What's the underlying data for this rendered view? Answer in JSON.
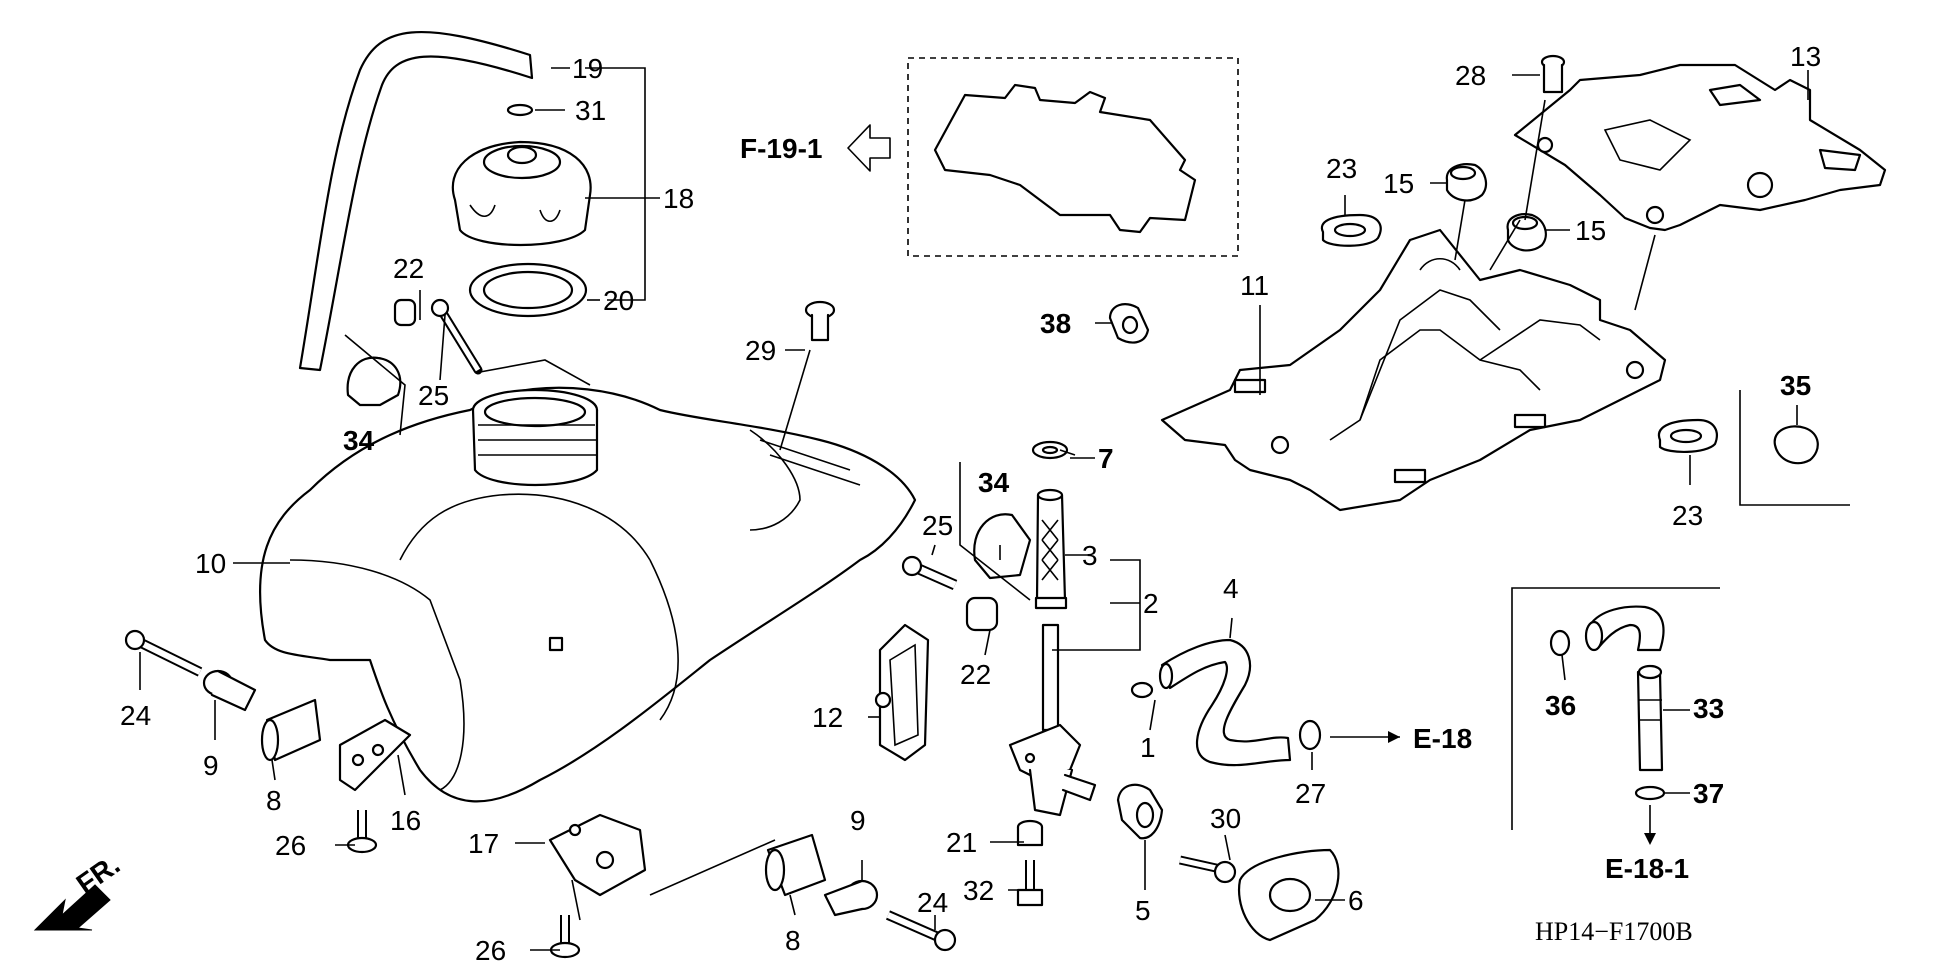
{
  "diagram": {
    "code": "HP14−F1700B",
    "direction_label": "FR.",
    "references": {
      "f19_1": "F-19-1",
      "e18": "E-18",
      "e18_1": "E-18-1"
    },
    "callouts": {
      "n1": "1",
      "n2": "2",
      "n3": "3",
      "n4": "4",
      "n5": "5",
      "n6": "6",
      "n7": "7",
      "n8a": "8",
      "n8b": "8",
      "n9a": "9",
      "n9b": "9",
      "n10": "10",
      "n11": "11",
      "n12": "12",
      "n13": "13",
      "n15a": "15",
      "n15b": "15",
      "n16": "16",
      "n17": "17",
      "n18": "18",
      "n19": "19",
      "n20": "20",
      "n21": "21",
      "n22a": "22",
      "n22b": "22",
      "n23a": "23",
      "n23b": "23",
      "n24a": "24",
      "n24b": "24",
      "n25a": "25",
      "n25b": "25",
      "n26a": "26",
      "n26b": "26",
      "n27": "27",
      "n28": "28",
      "n29": "29",
      "n30": "30",
      "n31": "31",
      "n32": "32",
      "n33": "33",
      "n34a": "34",
      "n34b": "34",
      "n35": "35",
      "n36": "36",
      "n37": "37",
      "n38": "38"
    }
  }
}
